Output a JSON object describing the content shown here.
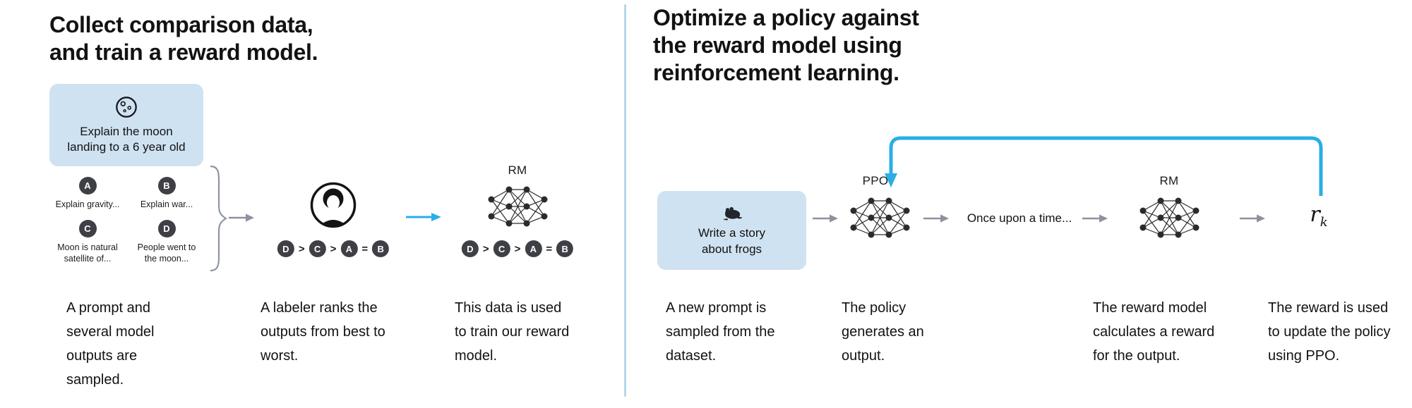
{
  "colors": {
    "prompt_box_bg": "#cfe2f1",
    "badge_bg": "#3f3f46",
    "accent_blue": "#29aee6",
    "arrow_gray": "#8f90a0",
    "divider_blue": "#b6d8ea",
    "text": "#121212"
  },
  "left": {
    "title": [
      "Collect comparison data,",
      "and train a reward model."
    ],
    "prompt_box": {
      "icon": "moon-icon",
      "text": "Explain the moon\nlanding to a 6 year old"
    },
    "outputs": [
      {
        "letter": "A",
        "text": "Explain gravity..."
      },
      {
        "letter": "B",
        "text": "Explain war..."
      },
      {
        "letter": "C",
        "text": "Moon is natural satellite of..."
      },
      {
        "letter": "D",
        "text": "People went to the moon..."
      }
    ],
    "ranking": [
      "D",
      ">",
      "C",
      ">",
      "A",
      "=",
      "B"
    ],
    "rm_label": "RM",
    "captions": [
      "A prompt and several model outputs are sampled.",
      "A labeler ranks the outputs from best to worst.",
      "This data is used to train our reward model."
    ]
  },
  "right": {
    "title": [
      "Optimize a policy against",
      "the reward model using",
      "reinforcement learning."
    ],
    "prompt_box": {
      "icon": "frog-icon",
      "text": "Write a story\nabout frogs"
    },
    "ppo_label": "PPO",
    "output_text": "Once upon a time...",
    "rm_label": "RM",
    "reward": {
      "base": "r",
      "sub": "k"
    },
    "captions": [
      "A new prompt is sampled from the dataset.",
      "The policy generates an output.",
      "The reward model calculates a reward for the output.",
      "The reward is used to update the policy using PPO."
    ]
  }
}
